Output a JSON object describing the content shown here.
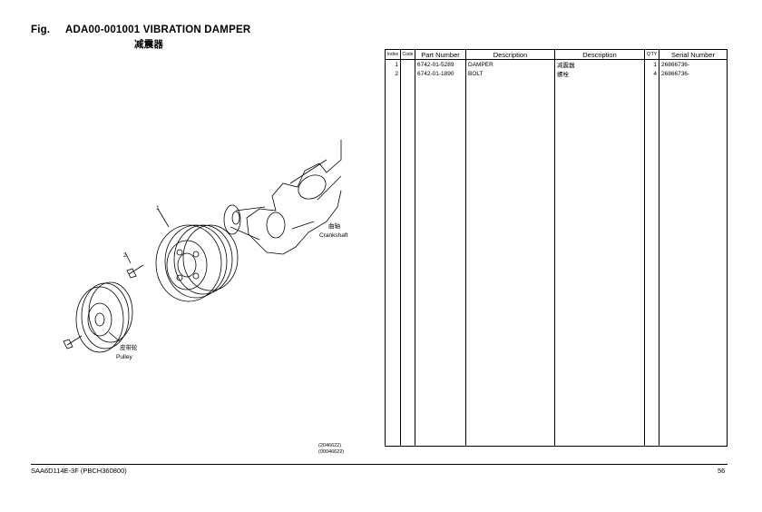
{
  "header": {
    "fig_label": "Fig.",
    "code_title": "ADA00-001001  VIBRATION DAMPER",
    "title_cn": "减震器"
  },
  "illustration": {
    "callouts": [
      "1",
      "2"
    ],
    "crankshaft_cn": "曲轴",
    "crankshaft_en": "Crankshaft",
    "pulley_cn": "皮带轮",
    "pulley_en": "Pulley",
    "drawing_code": "(2046622)",
    "drawing_code2": "(00046622)"
  },
  "table": {
    "headers": {
      "index": "Index",
      "code": "Code",
      "part_number": "Part Number",
      "description_en": "Description",
      "description_cn": "Description",
      "qty": "Q'TY",
      "serial": "Serial Number"
    },
    "rows": [
      {
        "index": "1",
        "code": "",
        "part_number": "6742-01-5289",
        "description_en": "DAMPER",
        "description_cn": "减震器",
        "qty": "1",
        "serial": "26866736-"
      },
      {
        "index": "2",
        "code": "",
        "part_number": "6742-01-1890",
        "description_en": "BOLT",
        "description_cn": "螺栓",
        "qty": "4",
        "serial": "26866736-"
      }
    ]
  },
  "footer": {
    "model": "SAA6D114E-3F  (PBCH360800)",
    "page": "56"
  }
}
